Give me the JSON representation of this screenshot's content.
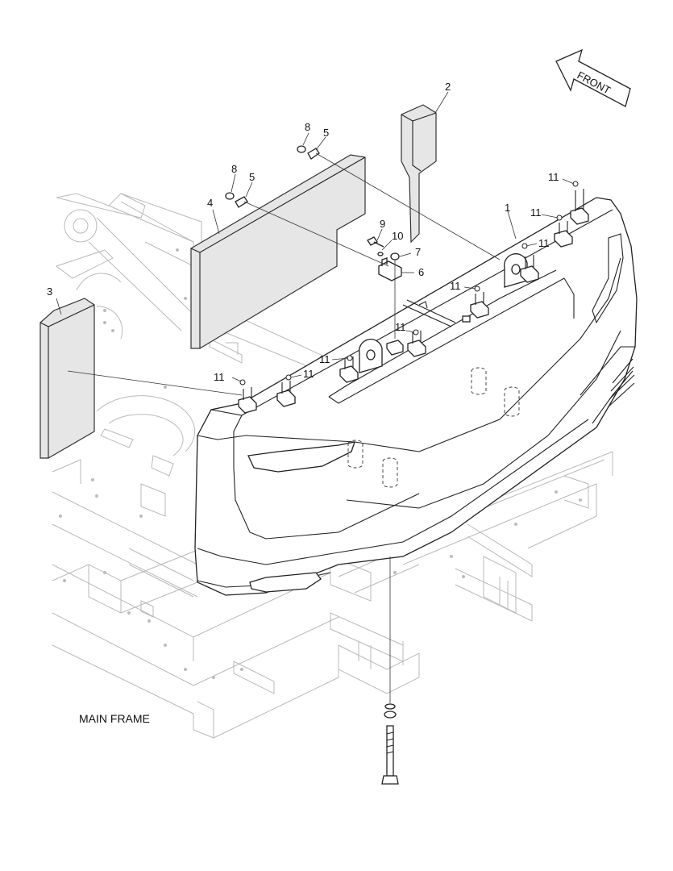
{
  "diagram": {
    "direction_label": "FRONT",
    "frame_label": "MAIN FRAME",
    "callouts": [
      "1",
      "2",
      "3",
      "4",
      "5",
      "5",
      "6",
      "7",
      "8",
      "8",
      "9",
      "10",
      "11",
      "11",
      "11",
      "11",
      "11",
      "11",
      "11"
    ]
  }
}
